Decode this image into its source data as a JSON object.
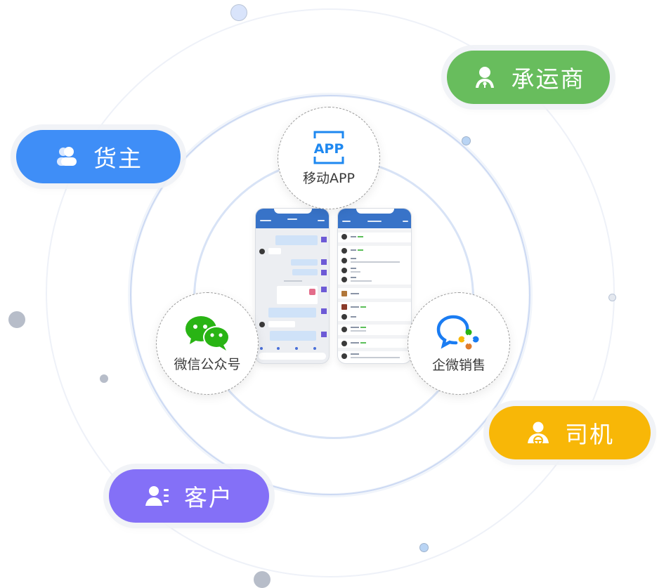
{
  "roles": [
    {
      "id": "owner",
      "label": "货主",
      "icon": "users-icon",
      "color": "#3f8ef7"
    },
    {
      "id": "carrier",
      "label": "承运商",
      "icon": "person-tie-icon",
      "color": "#68bd5d"
    },
    {
      "id": "driver",
      "label": "司机",
      "icon": "driver-icon",
      "color": "#f8b707"
    },
    {
      "id": "customer",
      "label": "客户",
      "icon": "contact-card-icon",
      "color": "#8470f7"
    }
  ],
  "channels": [
    {
      "id": "app",
      "label": "移动APP",
      "icon": "app-frame-icon",
      "icon_text": "APP",
      "color": "#1e88f0"
    },
    {
      "id": "wechat",
      "label": "微信公众号",
      "icon": "wechat-icon",
      "color": "#29b414"
    },
    {
      "id": "wework",
      "label": "企微销售",
      "icon": "wework-icon",
      "color": "#1a7cf2"
    }
  ],
  "phones": [
    {
      "id": "chat",
      "screen": "chat-conversation",
      "header_color": "#3873c8"
    },
    {
      "id": "list",
      "screen": "customer-list",
      "header_color": "#3873c8"
    }
  ]
}
